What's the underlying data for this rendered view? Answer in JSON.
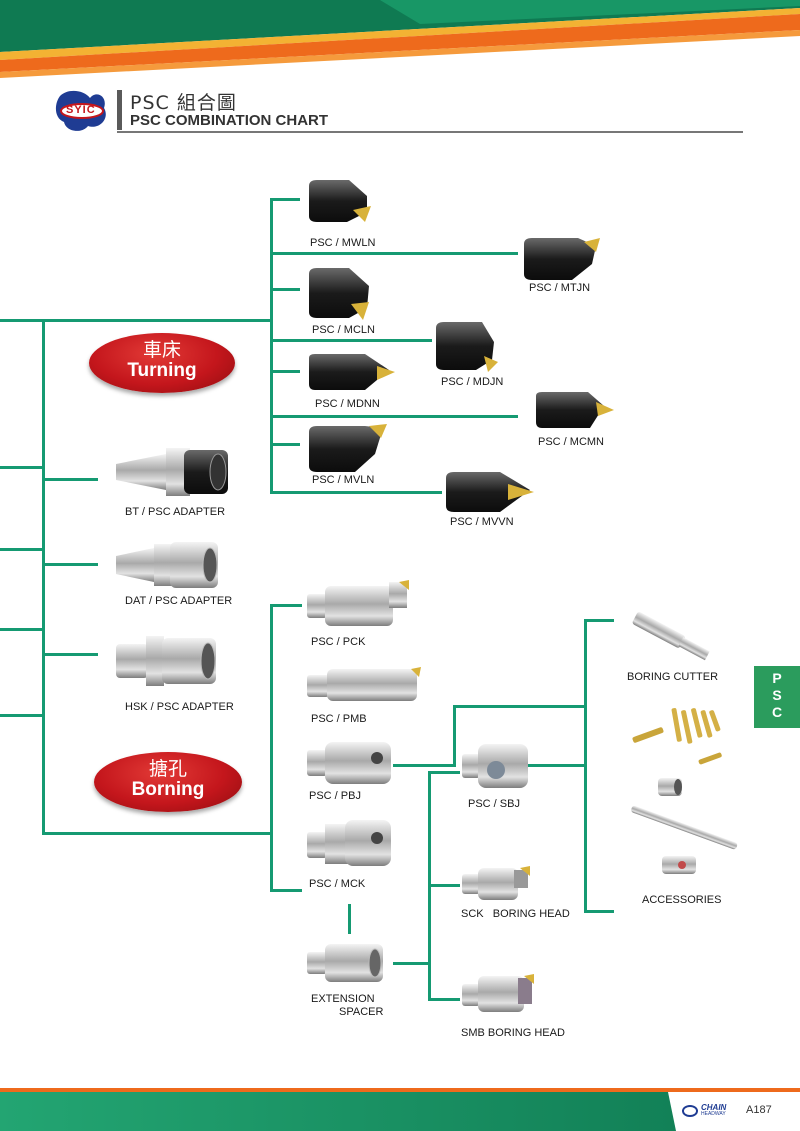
{
  "header": {
    "logo_text": "SYIC",
    "title_cn": "PSC 組合圖",
    "title_en": "PSC COMBINATION CHART"
  },
  "categories": {
    "turning": {
      "cn": "車床",
      "en": "Turning"
    },
    "boring": {
      "cn": "搪孔",
      "en": "Borning"
    }
  },
  "adapters": [
    "BT / PSC ADAPTER",
    "DAT / PSC ADAPTER",
    "HSK / PSC ADAPTER"
  ],
  "turning_tools": [
    "PSC / MWLN",
    "PSC / MTJN",
    "PSC / MCLN",
    "PSC / MDJN",
    "PSC / MDNN",
    "PSC / MCMN",
    "PSC / MVLN",
    "PSC / MVVN"
  ],
  "boring_tools": {
    "pck": "PSC / PCK",
    "pmb": "PSC / PMB",
    "pbj": "PSC / PBJ",
    "mck": "PSC / MCK",
    "sbj": "PSC / SBJ",
    "sck": "SCK   BORING HEAD",
    "smb": "SMB BORING HEAD",
    "extension_line1": "EXTENSION",
    "extension_line2": "SPACER",
    "boring_cutter": "BORING CUTTER",
    "accessories": "ACCESSORIES"
  },
  "side_tab": [
    "P",
    "S",
    "C"
  ],
  "footer": {
    "brand": "CHAIN",
    "brand_sub": "HEADWAY",
    "page": "A187"
  },
  "colors": {
    "green": "#159a72",
    "red": "#c4161c",
    "orange": "#f06a1f",
    "footer_green": "#1c9a6e"
  }
}
